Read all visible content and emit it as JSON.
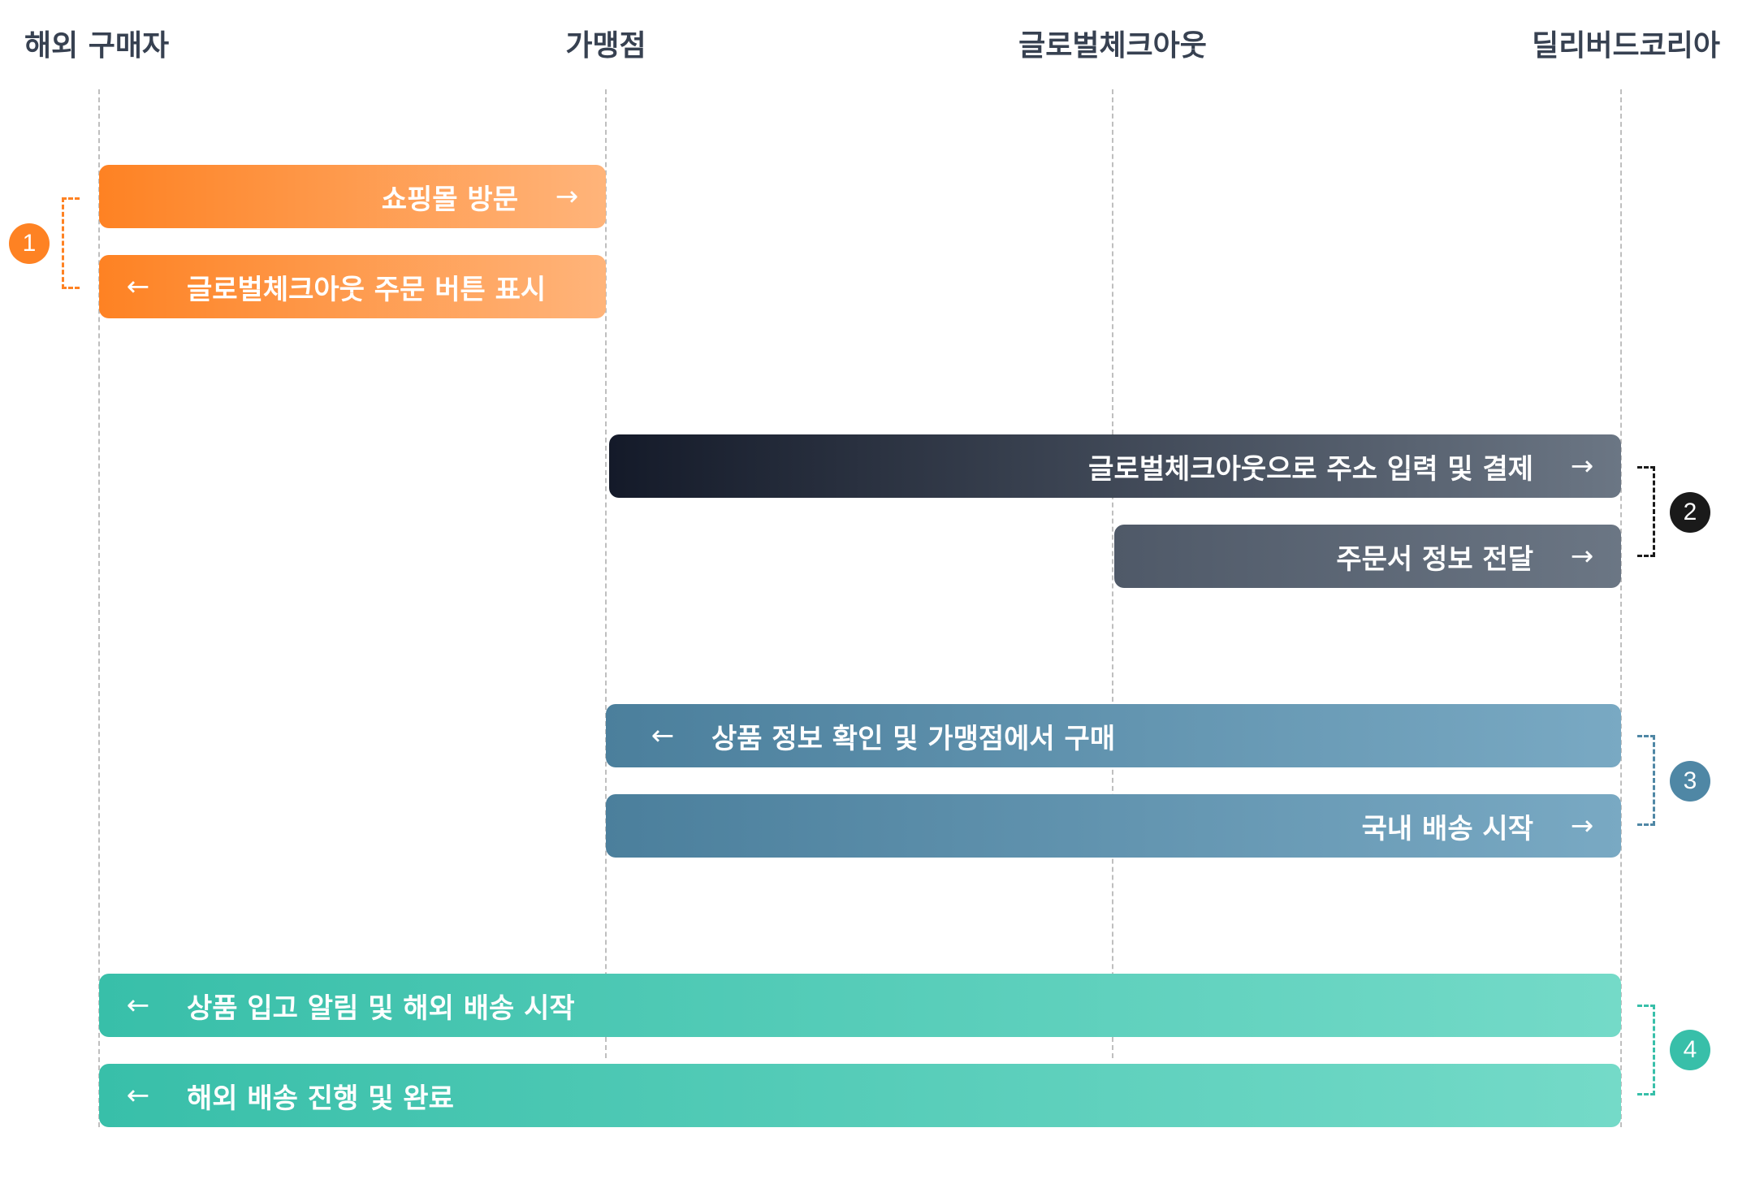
{
  "actors": [
    {
      "label": "해외 구매자"
    },
    {
      "label": "가맹점"
    },
    {
      "label": "글로벌체크아웃"
    },
    {
      "label": "딜리버드코리아"
    }
  ],
  "icons": {
    "arrow_right": "→",
    "arrow_left": "←"
  },
  "steps": [
    {
      "number": "1",
      "color": "#fe8223",
      "messages": [
        {
          "label": "쇼핑몰 방문",
          "direction": "right",
          "from": "해외 구매자",
          "to": "가맹점"
        },
        {
          "label": "글로벌체크아웃 주문 버튼 표시",
          "direction": "left",
          "from": "가맹점",
          "to": "해외 구매자"
        }
      ]
    },
    {
      "number": "2",
      "color": "#1a1a1a",
      "messages": [
        {
          "label": "글로벌체크아웃으로 주소 입력 및 결제",
          "direction": "right",
          "from": "가맹점",
          "to": "딜리버드코리아"
        },
        {
          "label": "주문서 정보 전달",
          "direction": "right",
          "from": "글로벌체크아웃",
          "to": "딜리버드코리아"
        }
      ]
    },
    {
      "number": "3",
      "color": "#4f87a5",
      "messages": [
        {
          "label": "상품 정보 확인 및 가맹점에서 구매",
          "direction": "left",
          "from": "딜리버드코리아",
          "to": "가맹점"
        },
        {
          "label": "국내 배송 시작",
          "direction": "right",
          "from": "가맹점",
          "to": "딜리버드코리아"
        }
      ]
    },
    {
      "number": "4",
      "color": "#38bfa9",
      "messages": [
        {
          "label": "상품 입고 알림 및 해외 배송 시작",
          "direction": "left",
          "from": "딜리버드코리아",
          "to": "해외 구매자"
        },
        {
          "label": "해외 배송 진행 및 완료",
          "direction": "left",
          "from": "딜리버드코리아",
          "to": "해외 구매자"
        }
      ]
    }
  ]
}
